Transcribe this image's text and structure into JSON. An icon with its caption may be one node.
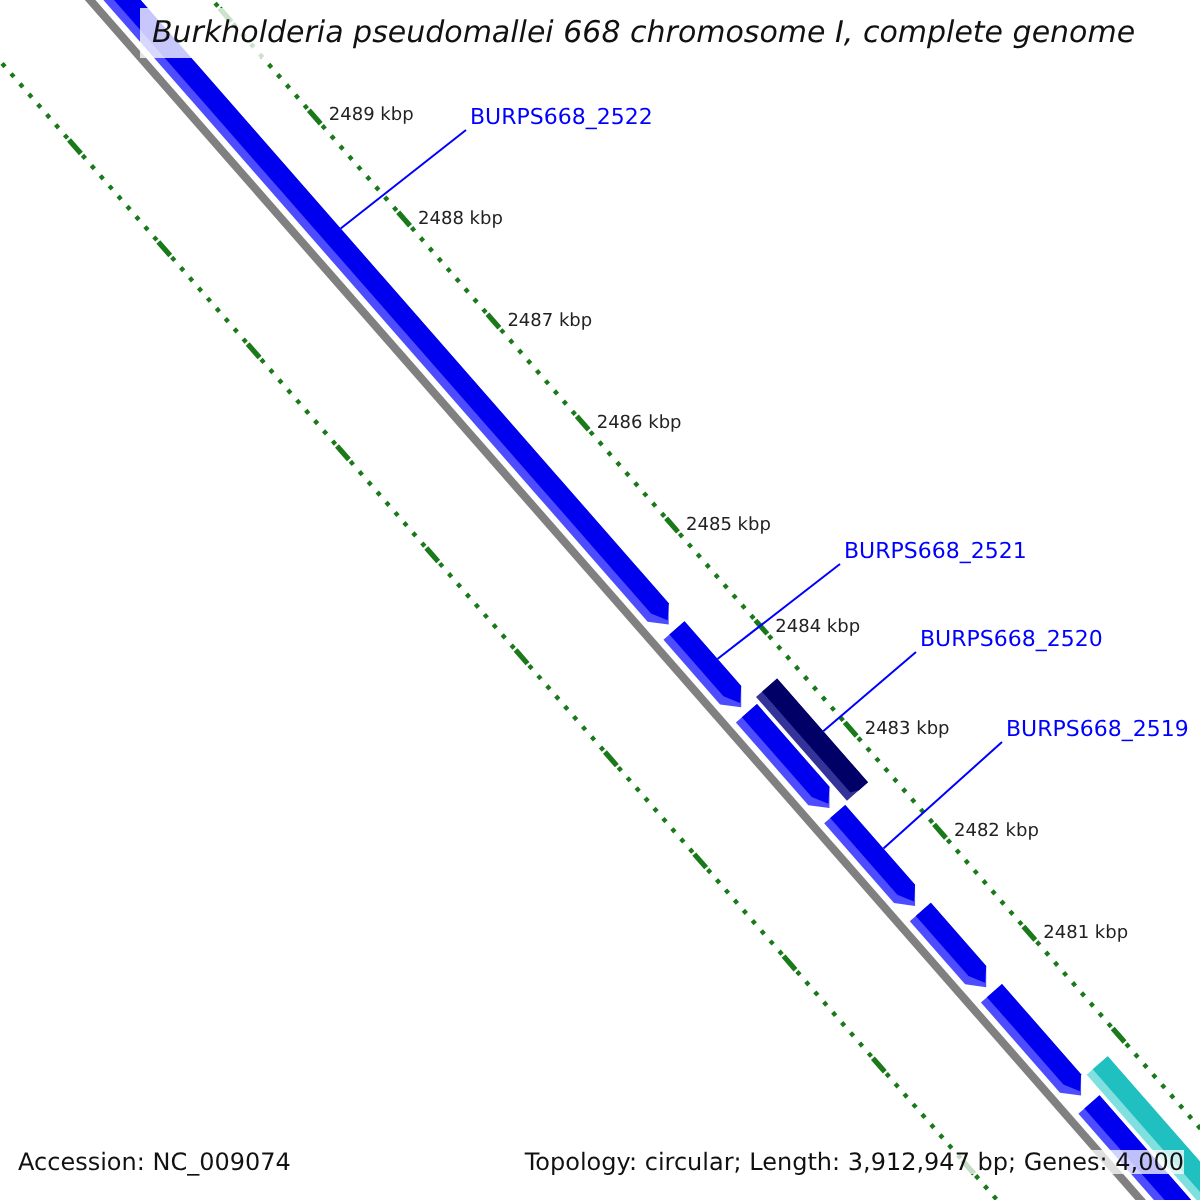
{
  "diagram": {
    "title": "Burkholderia pseudomallei 668 chromosome I, complete genome",
    "nodes": [
      {
        "text": [
          "BURPS668_2522"
        ]
      },
      {
        "text": [
          "BURPS668_2521"
        ]
      },
      {
        "text": [
          "BURPS668_2520"
        ]
      },
      {
        "text": [
          "BURPS668_2519"
        ]
      },
      {
        "text": [],
        "shape": "bar"
      },
      {
        "text": [],
        "shape": "bar"
      },
      {
        "text": [],
        "shape": "bar"
      },
      {
        "text": [],
        "shape": "bar"
      },
      {
        "text": [],
        "shape": "bar"
      },
      {
        "text": [],
        "shape": "bar"
      },
      {
        "text": [],
        "shape": "bar"
      },
      {
        "text": [],
        "shape": "bar"
      },
      {
        "text": [],
        "shape": "bar"
      }
    ],
    "edges": [
      {
        "from": 0,
        "to": 4,
        "arrow": "none"
      },
      {
        "from": 1,
        "to": 5,
        "arrow": "none"
      },
      {
        "from": 2,
        "to": 6,
        "arrow": "none"
      },
      {
        "from": 3,
        "to": 8,
        "arrow": "none"
      }
    ],
    "labels": [
      "2489 kbp",
      "2488 kbp",
      "2487 kbp",
      "2486 kbp",
      "2485 kbp",
      "2484 kbp",
      "2483 kbp",
      "2482 kbp",
      "2481 kbp",
      "Accession: NC_009074",
      "Topology: circular; Length: 3,912,947 bp; Genes: 4,000"
    ]
  }
}
